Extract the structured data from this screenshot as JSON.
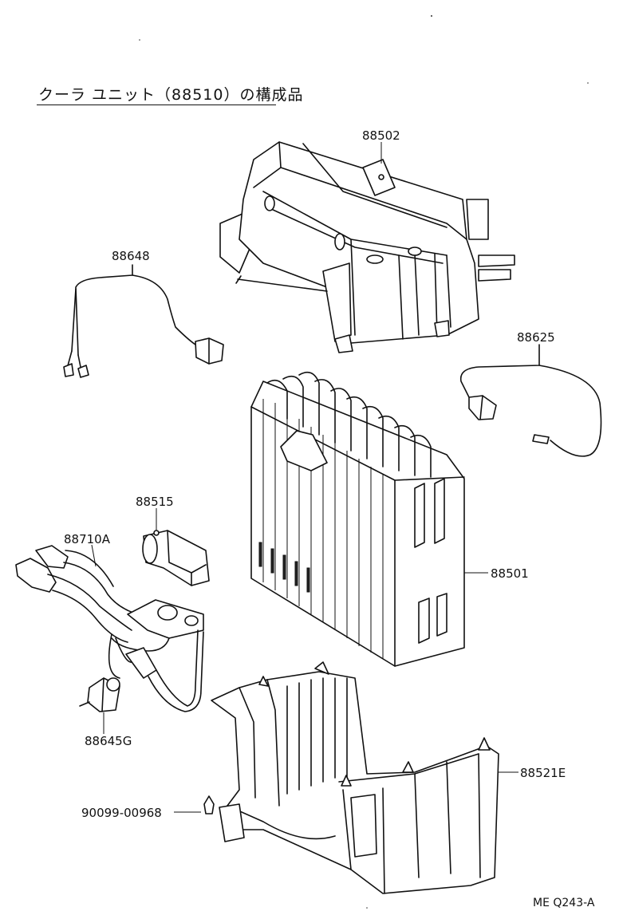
{
  "title": "クーラ ユニット（88510）の構成品",
  "labels": {
    "p88502": "88502",
    "p88648": "88648",
    "p88625": "88625",
    "p88515": "88515",
    "p88710A": "88710A",
    "p88501": "88501",
    "p88645G": "88645G",
    "p88521E": "88521E",
    "p90099": "90099-00968"
  },
  "figure_code": "ME Q243-A"
}
